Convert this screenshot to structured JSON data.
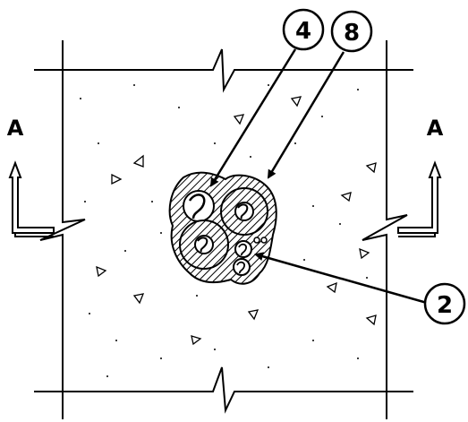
{
  "section_marks": {
    "left": "A",
    "right": "A"
  },
  "callouts": [
    {
      "id": "callout-4",
      "label": "4"
    },
    {
      "id": "callout-8",
      "label": "8"
    },
    {
      "id": "callout-2",
      "label": "2"
    }
  ],
  "colors": {
    "line": "#000000",
    "background": "#ffffff"
  }
}
